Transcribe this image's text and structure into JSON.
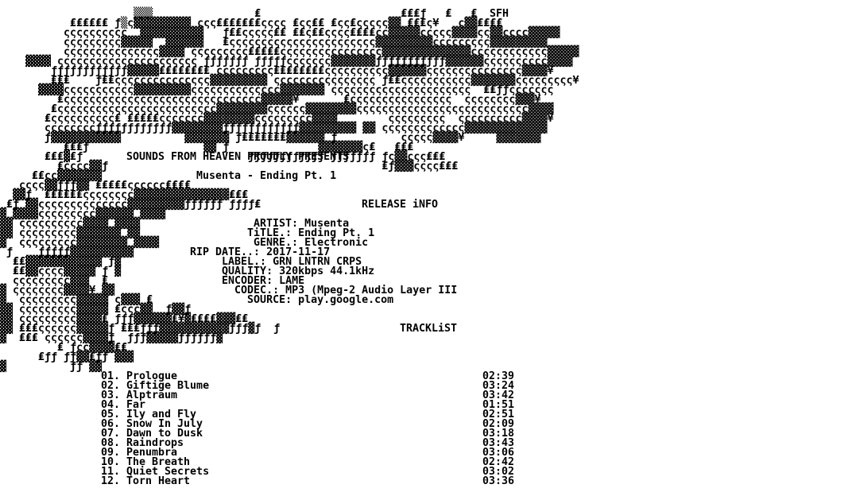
{
  "header": {
    "tag": "SFH",
    "presents": "SOUNDS FROM HEAVEN PROUDLY PRESENTS",
    "release_title": "Musenta - Ending Pt. 1",
    "section_release_info": "RELEASE iNFO",
    "section_tracklist": "TRACKLiST"
  },
  "release_info": {
    "artist": "     ARTIST: Musenta",
    "title": "    TiTLE.: Ending Pt. 1",
    "genre": "     GENRE.: Electronic",
    "rip_date": "RIP DATE..: 2017-11-17",
    "label": "     LABEL.: GRN LNTRN CRPS",
    "quality": "     QUALITY: 320kbps 44.1kHz",
    "encoder": "     ENCODER: LAME",
    "codec": "       CODEC.: MP3 (Mpeg-2 Audio Layer III",
    "source": "         SOURCE: play.google.com"
  },
  "tracklist": [
    {
      "no": "01.",
      "title": "Prologue",
      "duration": "02:39"
    },
    {
      "no": "02.",
      "title": "Giftige Blume",
      "duration": "03:24"
    },
    {
      "no": "03.",
      "title": "Alptraum",
      "duration": "03:42"
    },
    {
      "no": "04.",
      "title": "Far",
      "duration": "01:51"
    },
    {
      "no": "05.",
      "title": "Ily and Fly",
      "duration": "02:51"
    },
    {
      "no": "06.",
      "title": "Snow In July",
      "duration": "02:09"
    },
    {
      "no": "07.",
      "title": "Dawn to Dusk",
      "duration": "03:18"
    },
    {
      "no": "08.",
      "title": "Raindrops",
      "duration": "03:43"
    },
    {
      "no": "09.",
      "title": "Penumbra",
      "duration": "03:06"
    },
    {
      "no": "10.",
      "title": "The Breath",
      "duration": "02:42"
    },
    {
      "no": "11.",
      "title": "Quiet Secrets",
      "duration": "03:02"
    },
    {
      "no": "12.",
      "title": "Torn Heart",
      "duration": "03:36"
    }
  ],
  "art_rows": [
    {
      "text": "                     ▒▒▒                ₤                      ₤₤₤ƒ   ₤   ₤                   "
    },
    {
      "text": "           ₤₤₤₤₤₤ ƒ▒ς▓▓▓▓▓▓▓▓▓ ςςς₤₤₤₤₤₤₤ςςςς ₤ςς₤₤ ₤ςς₤ςςςςς▓▓ ₤₤₤ς¥   ς▓▓₤₤₤₤        "
    },
    {
      "text": "          ςςςςςςςςςς  ▓▓▓▓▓▓▓▓▓▓   ƒ₤₤ςςςςς₤₤ ₤₤ς₤₤ςςςς₤₤₤₤ςς▓▓▓▓▓ςςςςς▓▓▓▓ςς▓▓ςςςς▓▓▓▓▓  "
    },
    {
      "text": "          ςςςςςςςςς▓▓▓▓▓  ▓▓▓▓▓▓   ₤ςςςςςςςςςςςςςςςςςςςςςςς▓▓▓▓▓▓▓▓▓ςςςςςςςςς▓▓▓▓▓▓▓▓▓  "
    },
    {
      "text": "          ςςςςςςςςςςςςςςς▓▓▓▓ ςςςςςςςςς₤₤₤₤₤ςςςςςςςςςςςςςςςς▓▓▓▓▓▓▓▓▓▓▓▓▓▓ςςςςςςςςςςςς▓▓▓▓▓ "
    },
    {
      "text": "    ▓▓▓▓ ςςςςςςςςςςςςςςςςςςςςςς ƒƒƒƒƒƒƒ ƒƒƒƒƒςςςςςςς▓▓▓▓▓▓▓ƒƒƒƒƒƒƒƒƒƒƒ▓▓▓▓▓▓ςςςςςςςςςς▓▓▓▓ "
    },
    {
      "text": "        ƒƒƒƒƒƒƒƒƒƒƒƒ▓▓▓▓▓₤₤₤₤₤₤₤₤ ςςςςςςςςς₤₤₤₤₤₤₤₤ςςςςςςςςςς▓▓▓▓▓▓ςςςςςςςςςςςςςςς▓▓▓▓¥  "
    },
    {
      "text": "        ₤₤₤    ƒ₤₤ςςςςςςςςςςςςςςς▓▓▓▓▓▓▓▓▓ ςςςςςςςςςςςςςςςς ƒ₤₤ςςςςςςςςςςς▓▓▓▓▓▓▓ςςςςςςςςς¥"
    },
    {
      "text": "      ▓▓▓▓ςςςςςςςςςςς▓▓▓▓▓▓▓▓▓ςςςςςςςςςςςςςς▓▓▓▓▓▓▓ ςςςςςςςςςςςςςςςςςςςςςς  ₤₤ƒƒςςςςςςς "
    },
    {
      "text": "         ₤ςςςςςςςςςςςςςςςςςςςςςςςςςςςςςςς▓▓▓▓▓¥       ₤ςςςςςςςςςςςςςςςς  ςςςςςςςς▓▓▓¥    "
    },
    {
      "text": "        ₤ςςςςςςςςςςςςςςςςςςςςςςςςς▓▓▓▓▓▓▓▓ςςςςςς▓▓▓▓▓▓▓▓ςςςςςςςςςςςςςςςςςςςςςςςςςςς▓▓▓▓   "
    },
    {
      "text": "       ₤ςςςςςςςςςς₤ ₤₤₤₤₤ςςςςςςς▓▓▓▓▓▓▓▓ςςςςςςςςς▓▓▓▓        ςςςςςςςςς  ςςςςςςςςςς▓▓▓▓¥  "
    },
    {
      "text": "       ςςςςςςςςƒƒƒƒƒƒƒƒƒƒƒƒ▓▓▓▓▓▓▓▓ƒƒƒƒƒƒƒƒƒƒƒƒ▓▓▓▓▓▓▓▓▓ ▓▓ ςςςςςςςςςςςςς▓▓▓▓▓▓▓▓▓▓▓▓▓ "
    },
    {
      "text": "       ƒ▓▓▓▓▓▓▓▓▓▓▓          ▓▓▓▓▓▓▓ ƒ₤₤₤₤₤₤₤▓▓▓▓▓▓ ƒ          ςςςςς▓▓▓▓¥     ▓▓▓▓▓▓▓  "
    },
    {
      "text": "          ₤₤₤ƒ                  ▓▓ ƒ              ▓▓▓▓▓▓▓ς₤   ₤₤₤                      "
    },
    {
      "text": "       ₤₤₤▓₤ƒ                          ƒƒƒƒƒƒƒƒƒƒƒƒ ƒƒƒƒƒƒƒ ƒς▓▓ςςς₤₤₤                   "
    },
    {
      "text": "         ₤ςςςς▓▓ƒ                                           ₤ƒ▓▓▓ςςςς₤₤₤                "
    },
    {
      "text": "     ₤₤ςς▓▓▓▓▓▓▓                                                                         "
    },
    {
      "text": "   ςςςς▓▓ƒƒƒ▓▓ ₤₤₤₤₤ςςςςςς₤₤₤₤                                                           "
    },
    {
      "text": "  ▓▓ƒ  ₤₤₤₤₤₤ςςςςςςςς▓▓▓▓▓▓▓▓▓▓▓▓▓▓▓₤₤₤                                                 "
    },
    {
      "text": " ₤ƒ ▓▓ςςςςςςςςςςςςςς▓▓▓▓▓▓▓▓▓ƒƒƒƒƒƒ ƒƒƒƒ₤                                                "
    },
    {
      "text": "▓ ▓▓▓▓ςςςςςςςςς▓▓▓▓▓▓ ▓▓▓▓                                                           "
    },
    {
      "text": "▓▓ ςςςςςςςςςς▓▓▓▓ ▓▓▓▓                                                                   "
    },
    {
      "text": "▓▓ ςςςςςςςςς▓▓▓▓▓▓▓ ▓▓                                                                   "
    },
    {
      "text": "▓  ςςςςςςςςς▓▓▓▓▓▓▓▓ ▓▓▓▓                                                                "
    },
    {
      "text": " ƒ    ƒƒƒƒƒ▓▓▓▓▓▓▓▓▓▓                                                                   "
    },
    {
      "text": "  ₤₤▓▓▓▓▓▓▓▓▓▓▓▓ ƒ▓                                                                       "
    },
    {
      "text": "  ₤₤▓▓ςςςς▓▓▓▓▓ ƒ ▓                                                                       "
    },
    {
      "text": "  ςςςςςςςςς▓▓▓  ₤                                                                         "
    },
    {
      "text": "▓ ςςςςςςςς▓▓▓▓¥ ▓▓                                                                         "
    },
    {
      "text": "▓  ςςςςςςςςς▓▓▓▓▓ ς▓▓▓ ₤                                                                  "
    },
    {
      "text": "▓▓ ςςςςςςςςς▓▓▓▓▓ ₤ςςς▓▓  ƒ▓▓ƒ                                                           "
    },
    {
      "text": "▓▓ ςςςςςςςςς▓▓▓▓₤ ƒƒƒ▓▓▓▓▓▓₤¥▓₤₤₤₤▓▓▓₤₤                                                  "
    },
    {
      "text": "▓▓ ₤₤₤ςςςςςς▓▓▓▓▓ƒ ₤₤₤ƒƒƒ▓▓▓▓▓▓▓▓▓▓▓ƒƒƒ▓ƒ  ƒ                                              "
    },
    {
      "text": "▓  ₤₤₤ ςςςςςς▓▓▓▓ƒ  ƒƒƒ▓▓▓▓▓ƒƒƒƒƒƒ▓                                                      "
    },
    {
      "text": "         ₤ ƒςς▓▓▓▓₤₤                                                                      "
    },
    {
      "text": "      ₤ƒƒ ƒƒ▓▓₤ƒƒ ▓▓▓                                                                     "
    },
    {
      "text": "▓          ƒƒ ▓▓                                                                           "
    }
  ]
}
